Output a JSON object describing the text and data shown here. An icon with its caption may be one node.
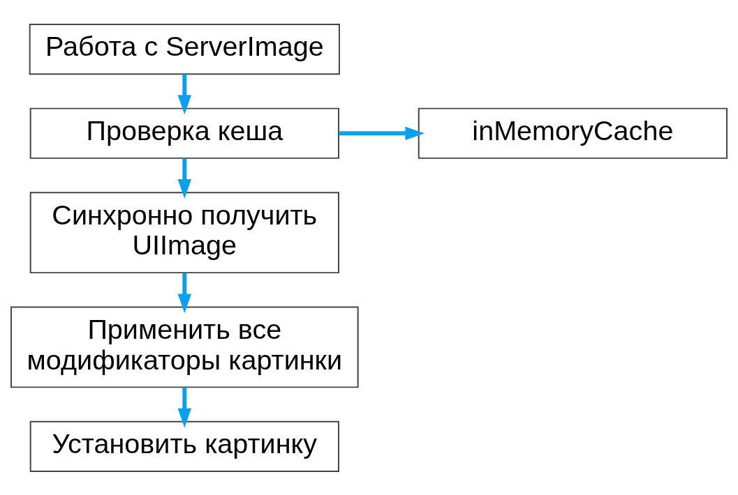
{
  "diagram": {
    "nodes": [
      {
        "text": [
          "Работа с ServerImage"
        ]
      },
      {
        "text": [
          "Проверка кеша"
        ]
      },
      {
        "text": [
          "inMemoryCache"
        ]
      },
      {
        "text": [
          "Синхронно получить UIImage"
        ]
      },
      {
        "text": [
          "Применить все модификаторы картинки"
        ]
      },
      {
        "text": [
          "Установить картинку"
        ]
      }
    ],
    "edges": [
      {
        "from": 0,
        "to": 1,
        "arrow": "to"
      },
      {
        "from": 1,
        "to": 2,
        "arrow": "to"
      },
      {
        "from": 1,
        "to": 3,
        "arrow": "to"
      },
      {
        "from": 3,
        "to": 4,
        "arrow": "to"
      },
      {
        "from": 4,
        "to": 5,
        "arrow": "to"
      }
    ]
  }
}
